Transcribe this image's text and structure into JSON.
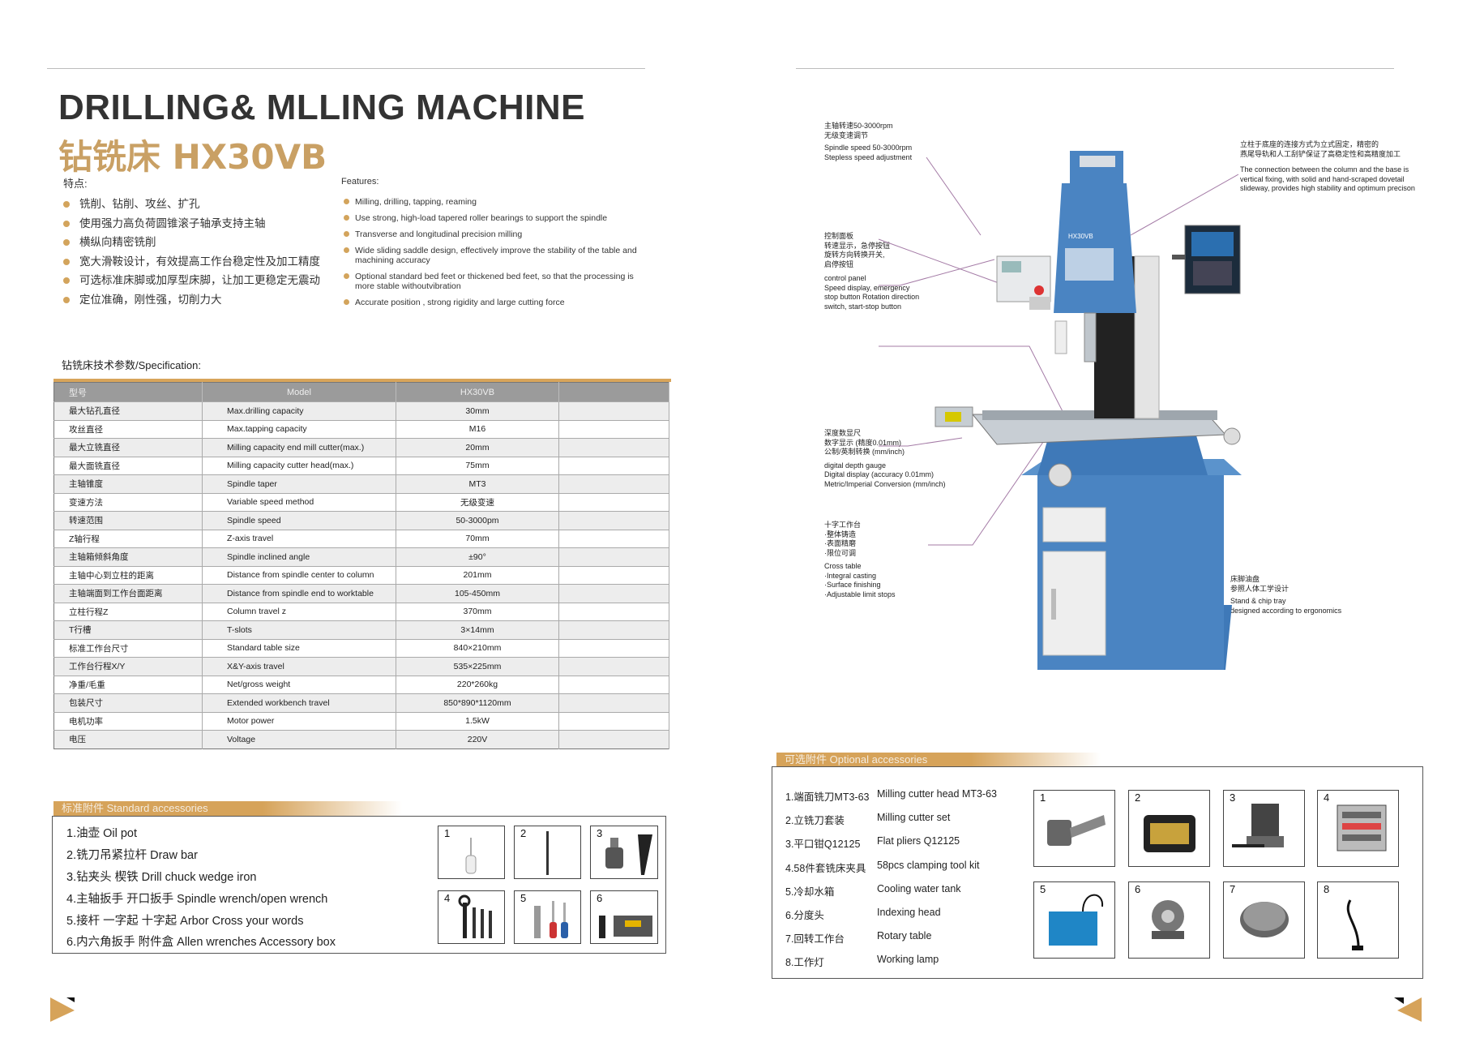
{
  "title_en": "DRILLING& MLLING MACHINE",
  "title_cn": "钻铣床 HX30VB",
  "features_cn_head": "特点:",
  "features_en_head": "Features:",
  "features_cn": [
    "铣削、钻削、攻丝、扩孔",
    "使用强力高负荷圆锥滚子轴承支持主轴",
    "横纵向精密铣削",
    "宽大滑鞍设计，有效提高工作台稳定性及加工精度",
    "可选标准床脚或加厚型床脚，让加工更稳定无震动",
    "定位准确，刚性强，切削力大"
  ],
  "features_en": [
    "Milling, drilling, tapping, reaming",
    "Use strong, high-load tapered roller bearings to support the spindle",
    "Transverse and longitudinal precision milling",
    "Wide sliding saddle design, effectively improve the stability of the table and machining accuracy",
    "Optional standard bed feet or thickened bed feet, so that the processing is more stable withoutvibration",
    "Accurate position , strong rigidity and large cutting force"
  ],
  "spec_caption": "钻铣床技术参数/Specification:",
  "spec_header": {
    "cn": "型号",
    "en": "Model",
    "val": "HX30VB"
  },
  "spec_rows": [
    {
      "cn": "最大钻孔直径",
      "en": "Max.drilling capacity",
      "val": "30mm"
    },
    {
      "cn": "攻丝直径",
      "en": "Max.tapping capacity",
      "val": "M16"
    },
    {
      "cn": "最大立铣直径",
      "en": "Milling capacity end mill cutter(max.)",
      "val": "20mm"
    },
    {
      "cn": "最大面铣直径",
      "en": "Milling capacity cutter head(max.)",
      "val": "75mm"
    },
    {
      "cn": "主轴锥度",
      "en": "Spindle taper",
      "val": "MT3"
    },
    {
      "cn": "变速方法",
      "en": "Variable speed method",
      "val": "无级变速"
    },
    {
      "cn": "转速范围",
      "en": "Spindle speed",
      "val": "50-3000pm"
    },
    {
      "cn": "Z轴行程",
      "en": "Z-axis travel",
      "val": "70mm"
    },
    {
      "cn": "主轴箱倾斜角度",
      "en": "Spindle inclined angle",
      "val": "±90°"
    },
    {
      "cn": "主轴中心到立柱的距离",
      "en": "Distance from spindle center to column",
      "val": "201mm"
    },
    {
      "cn": "主轴端面到工作台面距离",
      "en": "Distance from spindle end to worktable",
      "val": "105-450mm"
    },
    {
      "cn": "立柱行程Z",
      "en": "Column travel z",
      "val": "370mm"
    },
    {
      "cn": "T行槽",
      "en": "T-slots",
      "val": "3×14mm"
    },
    {
      "cn": "标准工作台尺寸",
      "en": "Standard table size",
      "val": "840×210mm"
    },
    {
      "cn": "工作台行程X/Y",
      "en": "X&Y-axis travel",
      "val": "535×225mm"
    },
    {
      "cn": "净重/毛重",
      "en": "Net/gross weight",
      "val": "220*260kg"
    },
    {
      "cn": "包装尺寸",
      "en": "Extended workbench travel",
      "val": "850*890*1120mm"
    },
    {
      "cn": "电机功率",
      "en": "Motor power",
      "val": "1.5kW"
    },
    {
      "cn": "电压",
      "en": "Voltage",
      "val": "220V"
    }
  ],
  "std_head": "标准附件  Standard accessories",
  "std_items": [
    "1.油壶    Oil pot",
    "2.铣刀吊紧拉杆   Draw bar",
    "3.钻夹头 楔铁    Drill chuck wedge iron",
    "4.主轴扳手 开口扳手   Spindle wrench/open wrench",
    "5.接杆 一字起  十字起     Arbor Cross your words",
    "6.内六角扳手   附件盒   Allen wrenches Accessory box"
  ],
  "std_thumbs": [
    "1",
    "2",
    "3",
    "4",
    "5",
    "6"
  ],
  "opt_head": "可选附件   Optional accessories",
  "opt_items": [
    {
      "cn": "1.端面铣刀MT3-63",
      "en": "Milling cutter head MT3-63"
    },
    {
      "cn": "2.立铣刀套装",
      "en": "Milling cutter set"
    },
    {
      "cn": "3.平口钳Q12125",
      "en": "Flat pliers Q12125"
    },
    {
      "cn": "4.58件套铣床夹具",
      "en": "58pcs clamping tool kit"
    },
    {
      "cn": "5.冷却水箱",
      "en": "Cooling water tank"
    },
    {
      "cn": "6.分度头",
      "en": "Indexing head"
    },
    {
      "cn": "7.回转工作台",
      "en": "Rotary table"
    },
    {
      "cn": "8.工作灯",
      "en": "Working lamp"
    }
  ],
  "opt_thumbs": [
    "1",
    "2",
    "3",
    "4",
    "5",
    "6",
    "7",
    "8"
  ],
  "callouts": {
    "speed": [
      "主轴转速50-3000rpm",
      "无级变速调节",
      "",
      "Spindle speed 50-3000rpm",
      "Stepless speed adjustment"
    ],
    "panel": [
      "控制面板",
      "转速显示，急停按钮",
      "旋转方向转换开关,",
      "启停按钮",
      "",
      "control panel",
      "Speed display, emergency",
      "stop button Rotation direction",
      "switch, start-stop button"
    ],
    "depth": [
      "深度数显尺",
      "数字显示 (精度0.01mm)",
      "公制/英制转换 (mm/inch)",
      "",
      "digital depth gauge",
      "Digital display (accuracy 0.01mm)",
      "Metric/Imperial Conversion (mm/inch)"
    ],
    "cross": [
      "十字工作台",
      "·整体铸造",
      "·表面精磨",
      "·限位可调",
      "",
      "Cross table",
      "·Integral casting",
      "·Surface finishing",
      "·Adjustable limit stops"
    ],
    "column": [
      "立柱于底座的连接方式为立式固定，精密的",
      "燕尾导轨和人工刮铲保证了高稳定性和高精度加工",
      "",
      "The connection between the column and the base is",
      "vertical fixing, with solid and hand-scraped dovetail",
      "slideway, provides high stability and optimum precison"
    ],
    "stand": [
      "床脚油盘",
      "参照人体工学设计",
      "Stand & chip tray",
      "designed according to ergonomics"
    ]
  },
  "machine_label": "HX30VB",
  "colors": {
    "accent": "#d6a35a",
    "machine_blue": "#3f79b8",
    "table_header": "#9b9b9b"
  }
}
